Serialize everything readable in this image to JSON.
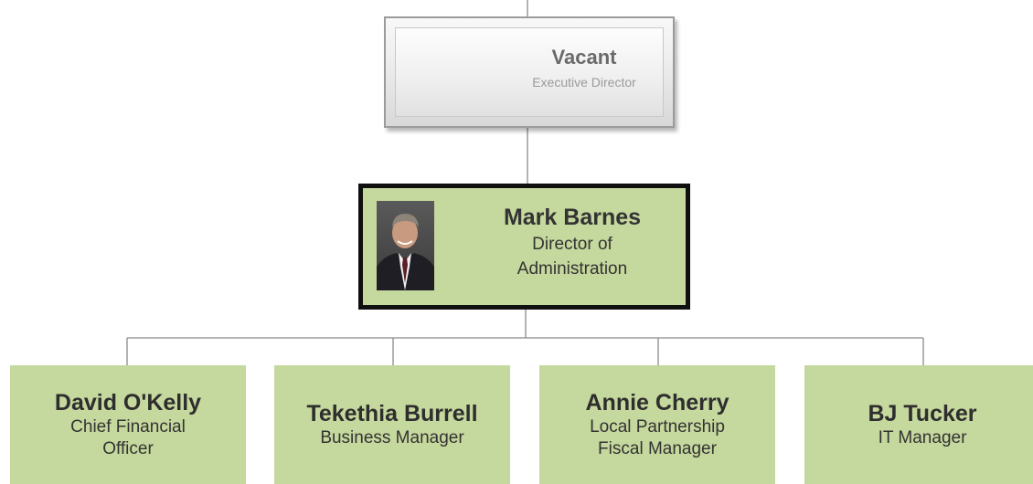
{
  "vacant": {
    "name": "Vacant",
    "title": "Executive Director"
  },
  "director": {
    "name": "Mark Barnes",
    "title_line1": "Director of",
    "title_line2": "Administration"
  },
  "reports": [
    {
      "name": "David O'Kelly",
      "title_line1": "Chief Financial",
      "title_line2": "Officer"
    },
    {
      "name": "Tekethia Burrell",
      "title_line1": "Business Manager",
      "title_line2": ""
    },
    {
      "name": "Annie Cherry",
      "title_line1": "Local Partnership",
      "title_line2": "Fiscal Manager"
    },
    {
      "name": "BJ Tucker",
      "title_line1": "IT Manager",
      "title_line2": ""
    }
  ],
  "colors": {
    "node_fill": "#c5d89d",
    "director_border": "#101010",
    "connector": "#8a8a8a",
    "vacant_text": "#6a6a6a"
  }
}
